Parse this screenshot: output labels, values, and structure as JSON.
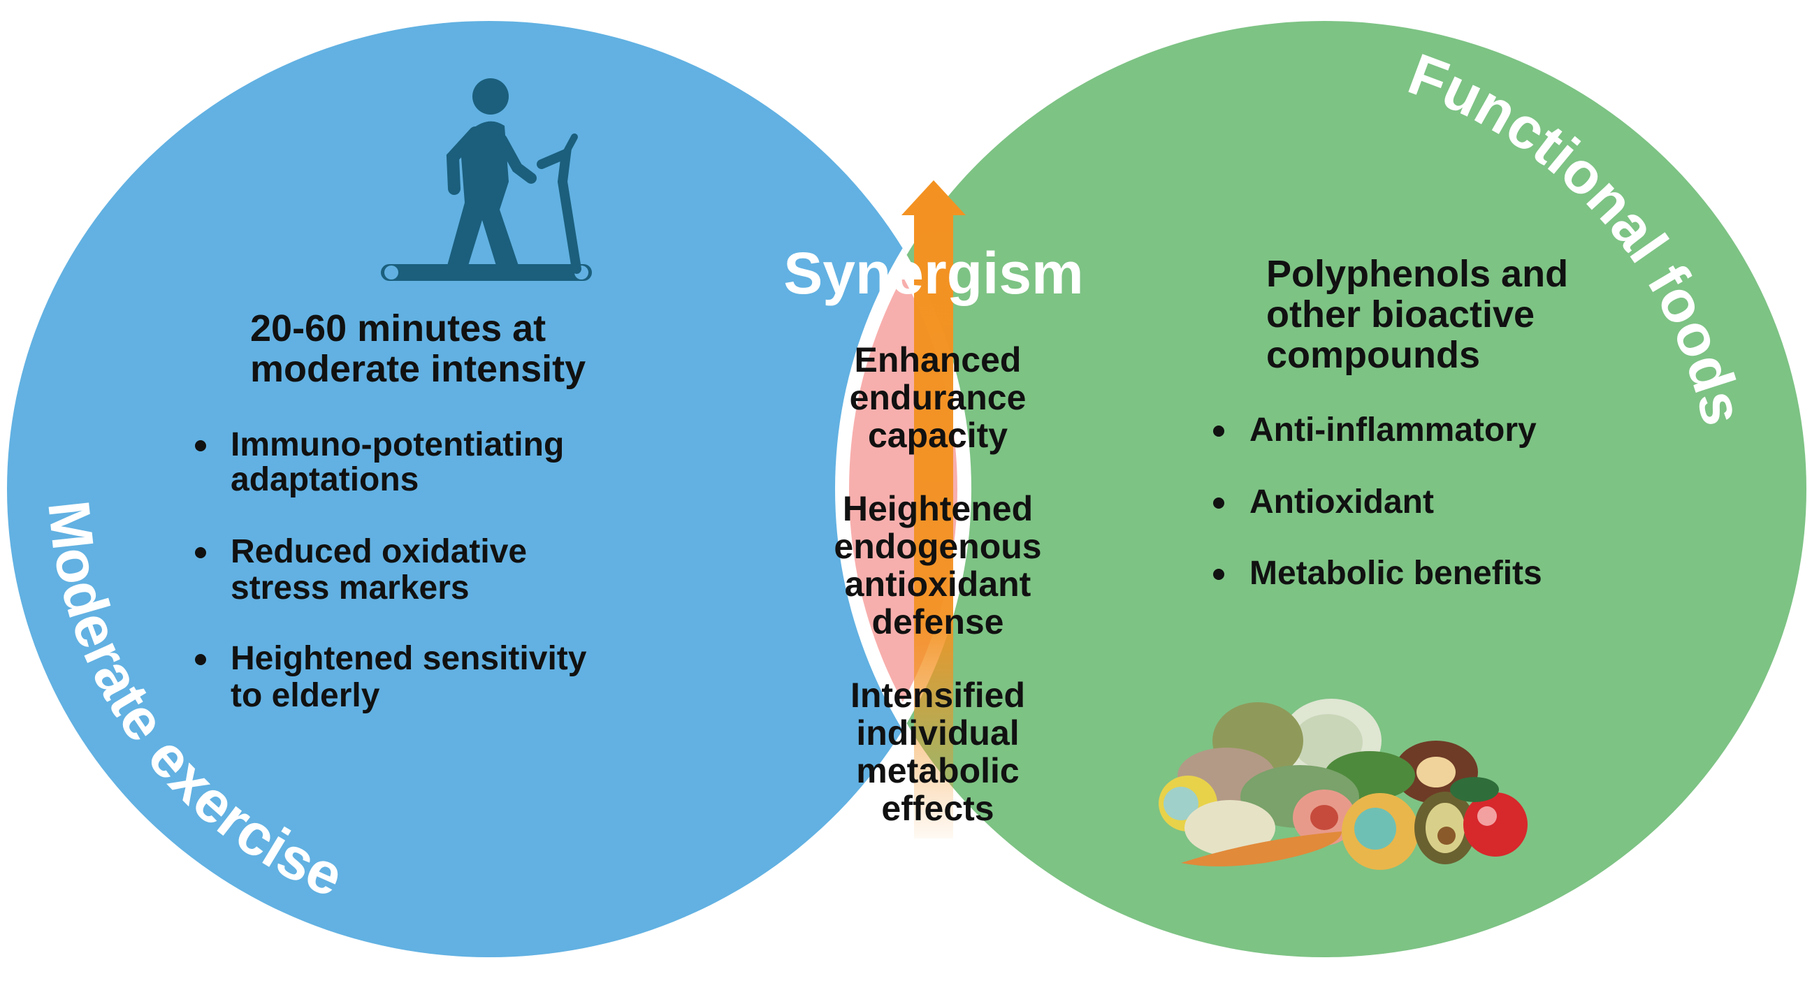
{
  "colors": {
    "exercise_circle": "#62b1e2",
    "foods_circle": "#7dc384",
    "overlap": "#f7afad",
    "separator": "#ffffff",
    "arrow_top": "#f39222",
    "treadmill_icon": "#1b5f7d",
    "text": "#111111",
    "label_text": "#ffffff"
  },
  "left": {
    "label": "Moderate exercise",
    "icon": "person-on-treadmill-icon",
    "heading": [
      "20-60 minutes at",
      "moderate intensity"
    ],
    "bullets": [
      [
        "Immuno-potentiating",
        "adaptations"
      ],
      [
        "Reduced oxidative",
        "stress markers"
      ],
      [
        "Heightened sensitivity",
        "to elderly"
      ]
    ]
  },
  "center": {
    "label": "Synergism",
    "icon": "upward-arrow-icon",
    "items": [
      [
        "Enhanced",
        "endurance",
        "capacity"
      ],
      [
        "Heightened",
        "endogenous",
        "antioxidant",
        "defense"
      ],
      [
        "Intensified",
        "individual",
        "metabolic",
        "effects"
      ]
    ]
  },
  "right": {
    "label": "Functional foods",
    "icon": "fruit-and-vegetable-pile-icon",
    "heading": [
      "Polyphenols and",
      "other bioactive",
      "compounds"
    ],
    "bullets": [
      [
        "Anti-inflammatory"
      ],
      [
        "Antioxidant"
      ],
      [
        "Metabolic benefits"
      ]
    ]
  }
}
